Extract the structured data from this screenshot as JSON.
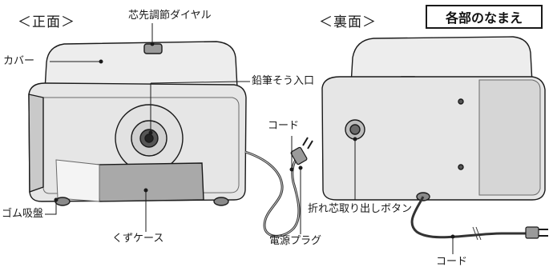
{
  "title": "各部のなまえ",
  "views": {
    "front": "＜正面＞",
    "back": "＜裏面＞"
  },
  "labels": {
    "cover": "カバー",
    "dial": "芯先調節ダイヤル",
    "pencil_entry": "鉛筆そう入口",
    "cord_front": "コード",
    "rubber_feet": "ゴム吸盤",
    "shavings_case": "くずケース",
    "plug": "電源プラグ",
    "release_button": "折れ芯取り出しボタン",
    "cord_back": "コード"
  },
  "colors": {
    "body": "#e9e9e9",
    "shade": "#b7b7b7",
    "dark": "#8e8e8e",
    "outline": "#1a1a1a"
  }
}
